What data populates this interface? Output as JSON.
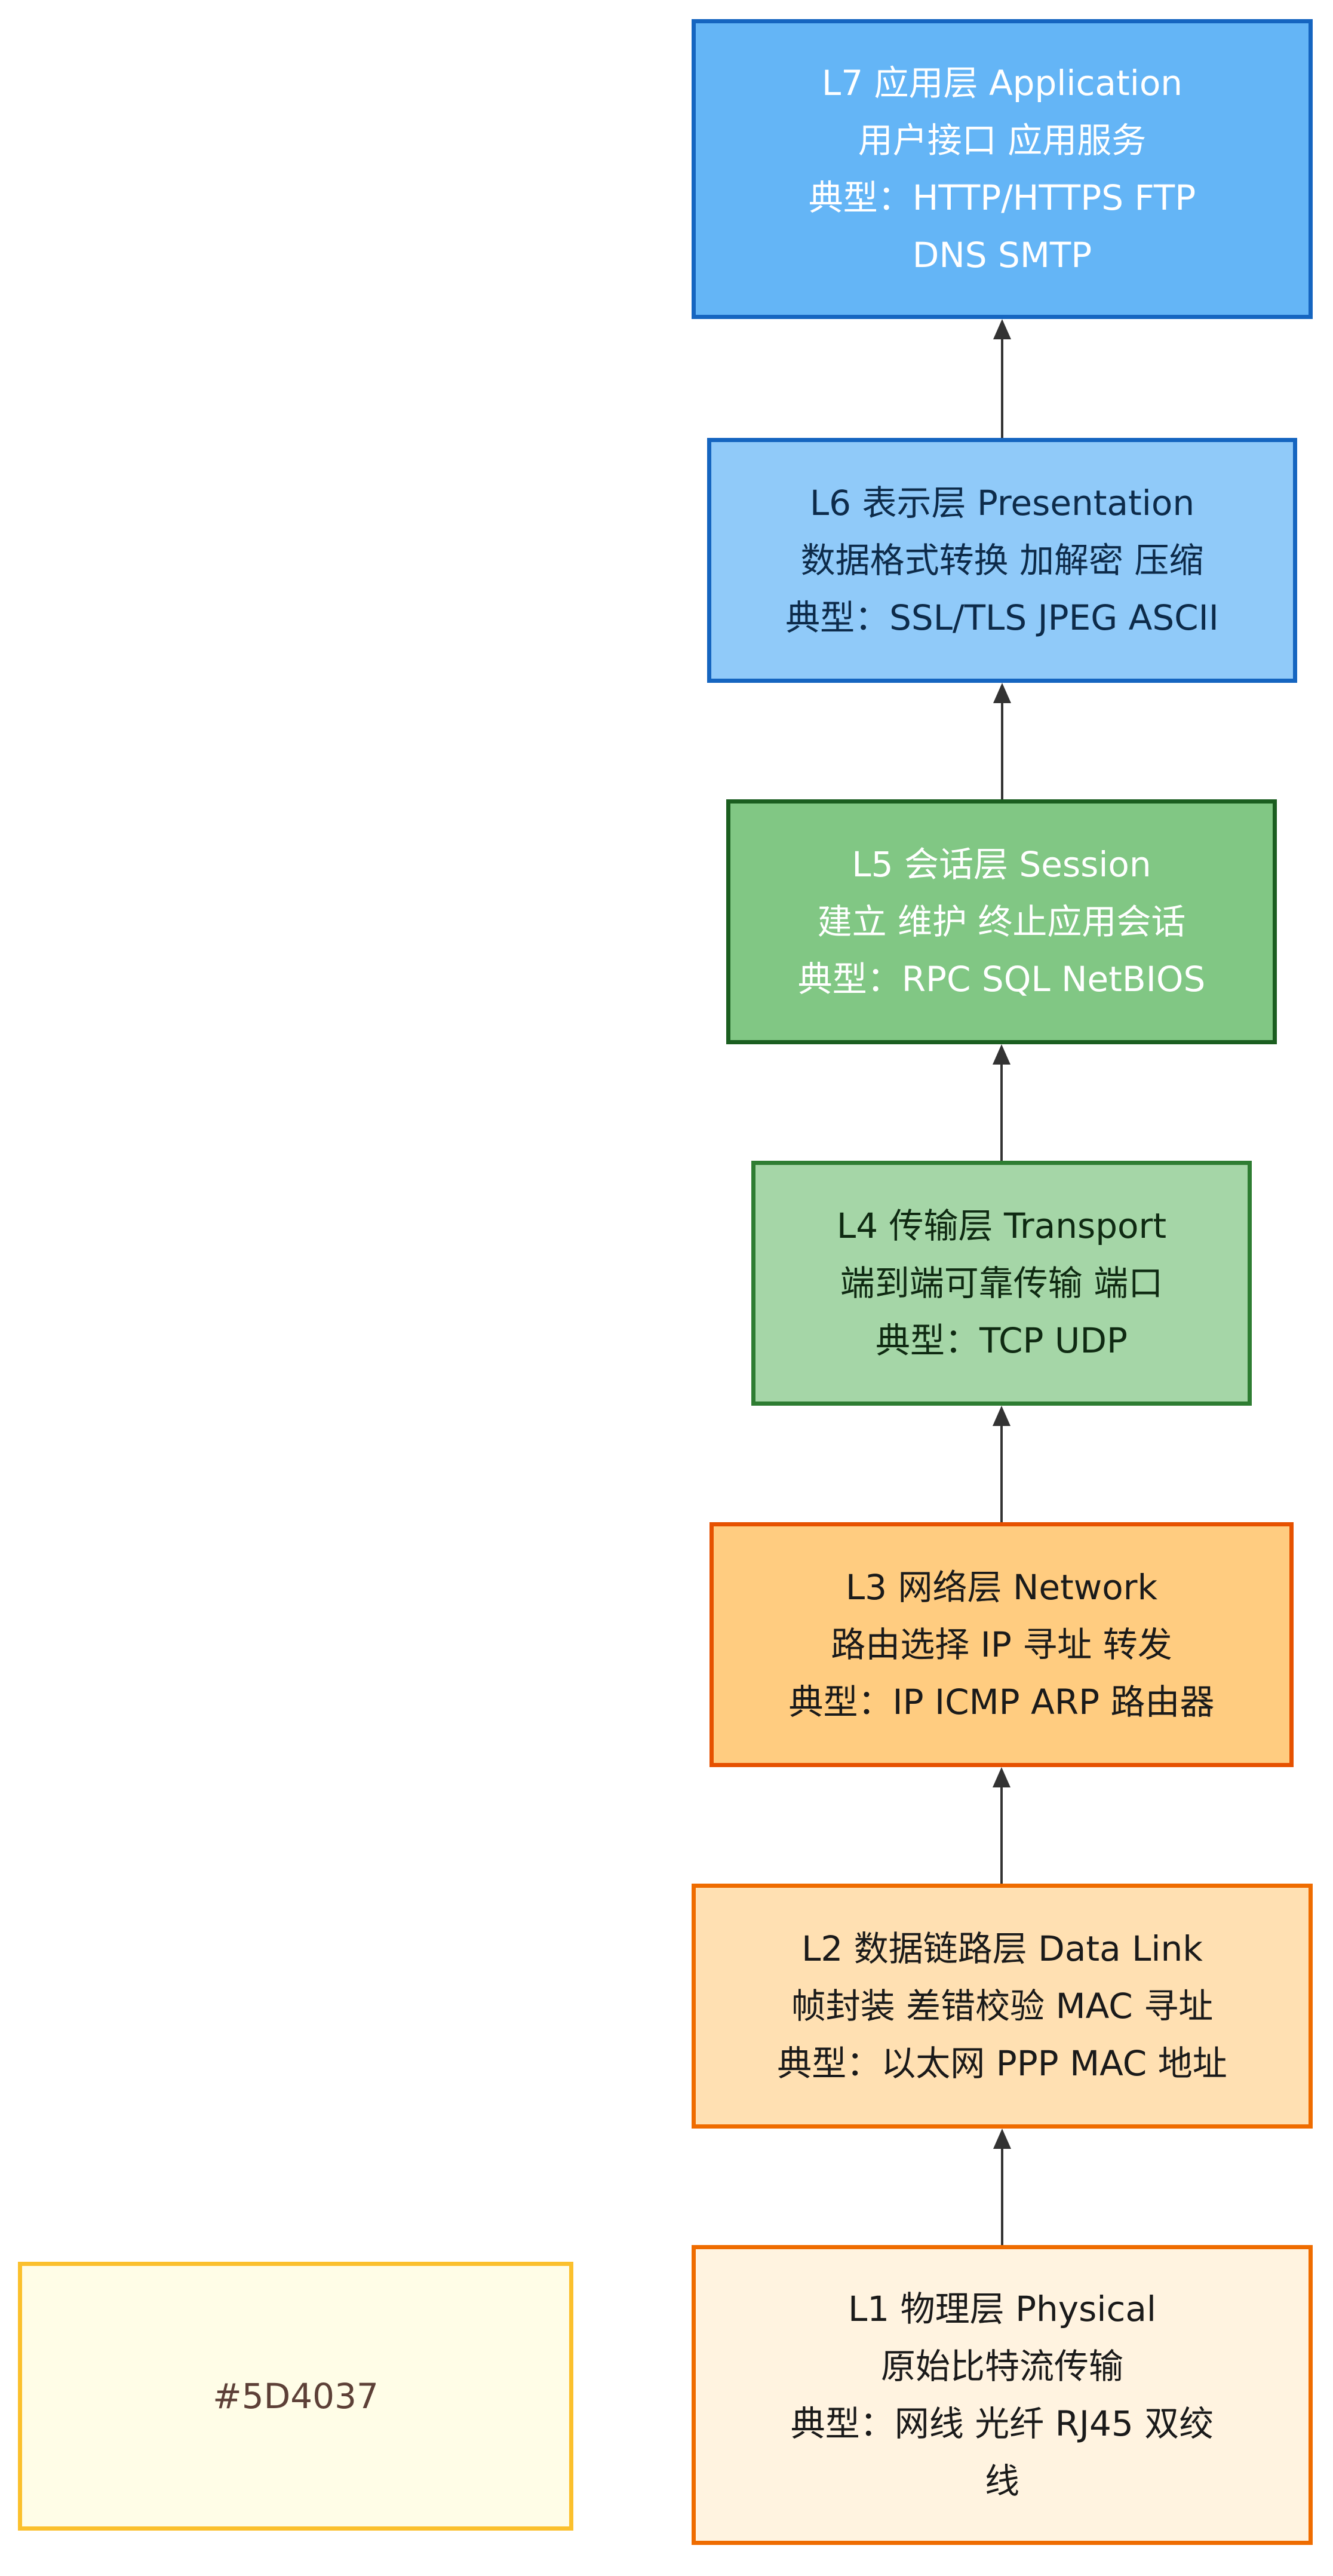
{
  "layers": [
    {
      "id": "L7",
      "lines": [
        "L7 应用层 Application",
        "用户接口 应用服务",
        "典型：HTTP/HTTPS FTP",
        "DNS SMTP"
      ],
      "fill": "#64B5F6",
      "border": "#1565C0",
      "text": "#FFFFFF"
    },
    {
      "id": "L6",
      "lines": [
        "L6 表示层 Presentation",
        "数据格式转换 加解密 压缩",
        "典型：SSL/TLS JPEG ASCII"
      ],
      "fill": "#90CAF9",
      "border": "#1565C0",
      "text": "#0D2B4A"
    },
    {
      "id": "L5",
      "lines": [
        "L5 会话层 Session",
        "建立 维护 终止应用会话",
        "典型：RPC SQL NetBIOS"
      ],
      "fill": "#81C784",
      "border": "#1B5E20",
      "text": "#FFFFFF"
    },
    {
      "id": "L4",
      "lines": [
        "L4 传输层 Transport",
        "端到端可靠传输 端口",
        "典型：TCP UDP"
      ],
      "fill": "#A5D6A7",
      "border": "#2E7D32",
      "text": "#0F2A12"
    },
    {
      "id": "L3",
      "lines": [
        "L3 网络层 Network",
        "路由选择 IP 寻址 转发",
        "典型：IP ICMP ARP 路由器"
      ],
      "fill": "#FFCC80",
      "border": "#E65100",
      "text": "#1A1A1A"
    },
    {
      "id": "L2",
      "lines": [
        "L2 数据链路层 Data Link",
        "帧封装 差错校验 MAC 寻址",
        "典型：以太网 PPP MAC 地址"
      ],
      "fill": "#FFE0B2",
      "border": "#EF6C00",
      "text": "#1A1A1A"
    },
    {
      "id": "L1",
      "lines": [
        "L1 物理层 Physical",
        "原始比特流传输",
        "典型：网线 光纤 RJ45 双绞",
        "线"
      ],
      "fill": "#FFF3E0",
      "border": "#EF6C00",
      "text": "#1A1A1A"
    }
  ],
  "note": {
    "text": "#5D4037",
    "fill": "#FFFDE7",
    "border": "#FBC02D"
  },
  "edges": [
    {
      "from": "L1",
      "to": "L2"
    },
    {
      "from": "L2",
      "to": "L3"
    },
    {
      "from": "L3",
      "to": "L4"
    },
    {
      "from": "L4",
      "to": "L5"
    },
    {
      "from": "L5",
      "to": "L6"
    },
    {
      "from": "L6",
      "to": "L7"
    }
  ]
}
